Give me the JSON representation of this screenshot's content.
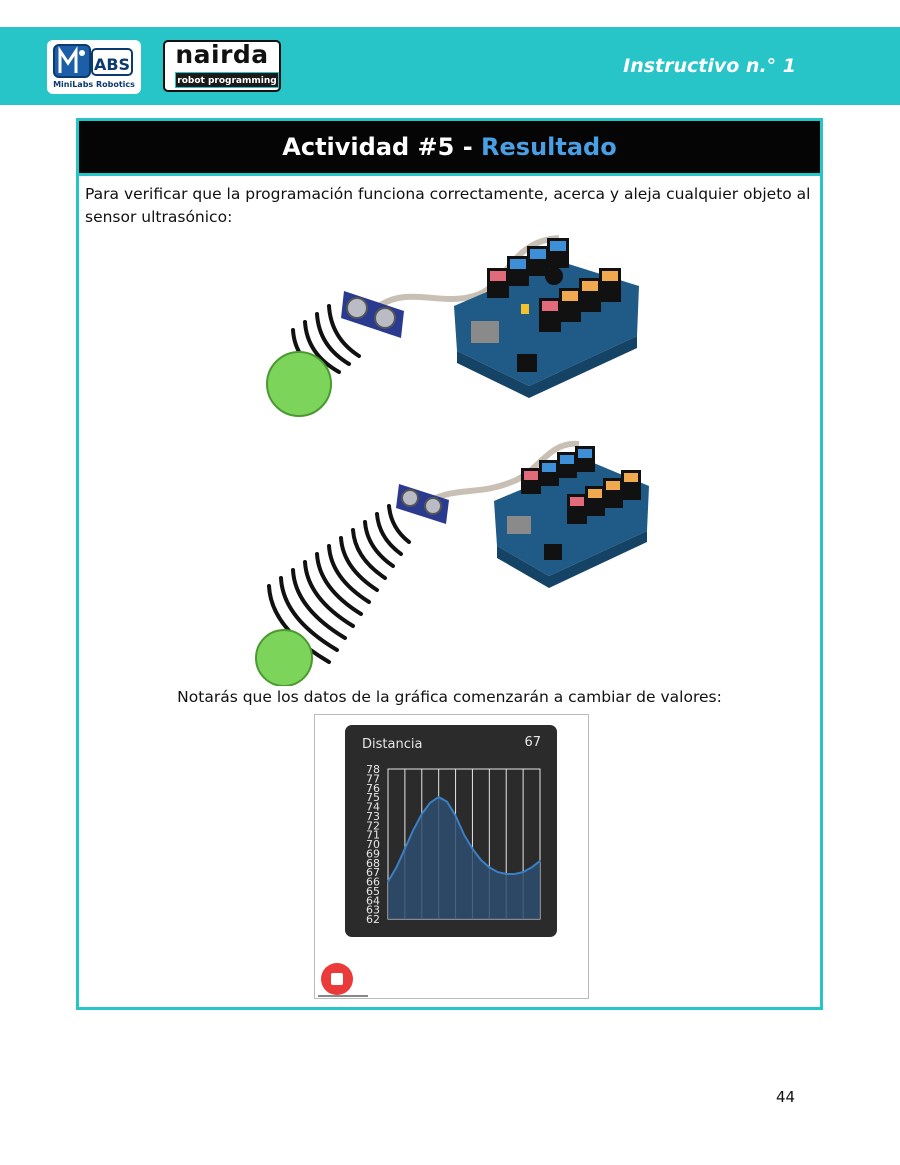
{
  "header": {
    "logo_mini_text": "MiniLabs Robotics",
    "logo_nairda_word": "nairda",
    "logo_nairda_sub": "robot programming",
    "instructivo": "Instructivo n.° 1"
  },
  "activity": {
    "title_main": "Actividad #5 - ",
    "title_accent": "Resultado",
    "intro": "Para verificar que la programación funciona correctamente, acerca y aleja cualquier objeto al sensor ultrasónico:",
    "caption": "Notarás que los datos de la gráfica comenzarán a cambiar de valores:"
  },
  "chart_widget": {
    "label": "Distancia",
    "value": "67"
  },
  "chart_data": {
    "type": "area",
    "title": "Distancia",
    "xlabel": "",
    "ylabel": "",
    "ylim": [
      62,
      78
    ],
    "y_ticks": [
      "78",
      "77",
      "76",
      "75",
      "74",
      "73",
      "72",
      "71",
      "70",
      "69",
      "68",
      "67",
      "66",
      "65",
      "64",
      "63",
      "62"
    ],
    "x": [
      0,
      1,
      2,
      3,
      4,
      5,
      6,
      7,
      8,
      9,
      10,
      11,
      12,
      13,
      14,
      15,
      16,
      17,
      18
    ],
    "values": [
      66,
      67.5,
      69.5,
      71.5,
      73.2,
      74.4,
      75,
      74.5,
      73,
      71,
      69.5,
      68.3,
      67.5,
      67,
      66.8,
      66.8,
      67,
      67.5,
      68.2
    ],
    "grid": true,
    "colors": {
      "line": "#3b7fc4",
      "fill": "#2e4d70",
      "background": "#2b2b2b"
    }
  },
  "colors": {
    "header": "#27c4c8",
    "accent": "#4a9ee3",
    "ball": "#7cd45a",
    "stop": "#ea3a3a"
  },
  "page_number": "44"
}
